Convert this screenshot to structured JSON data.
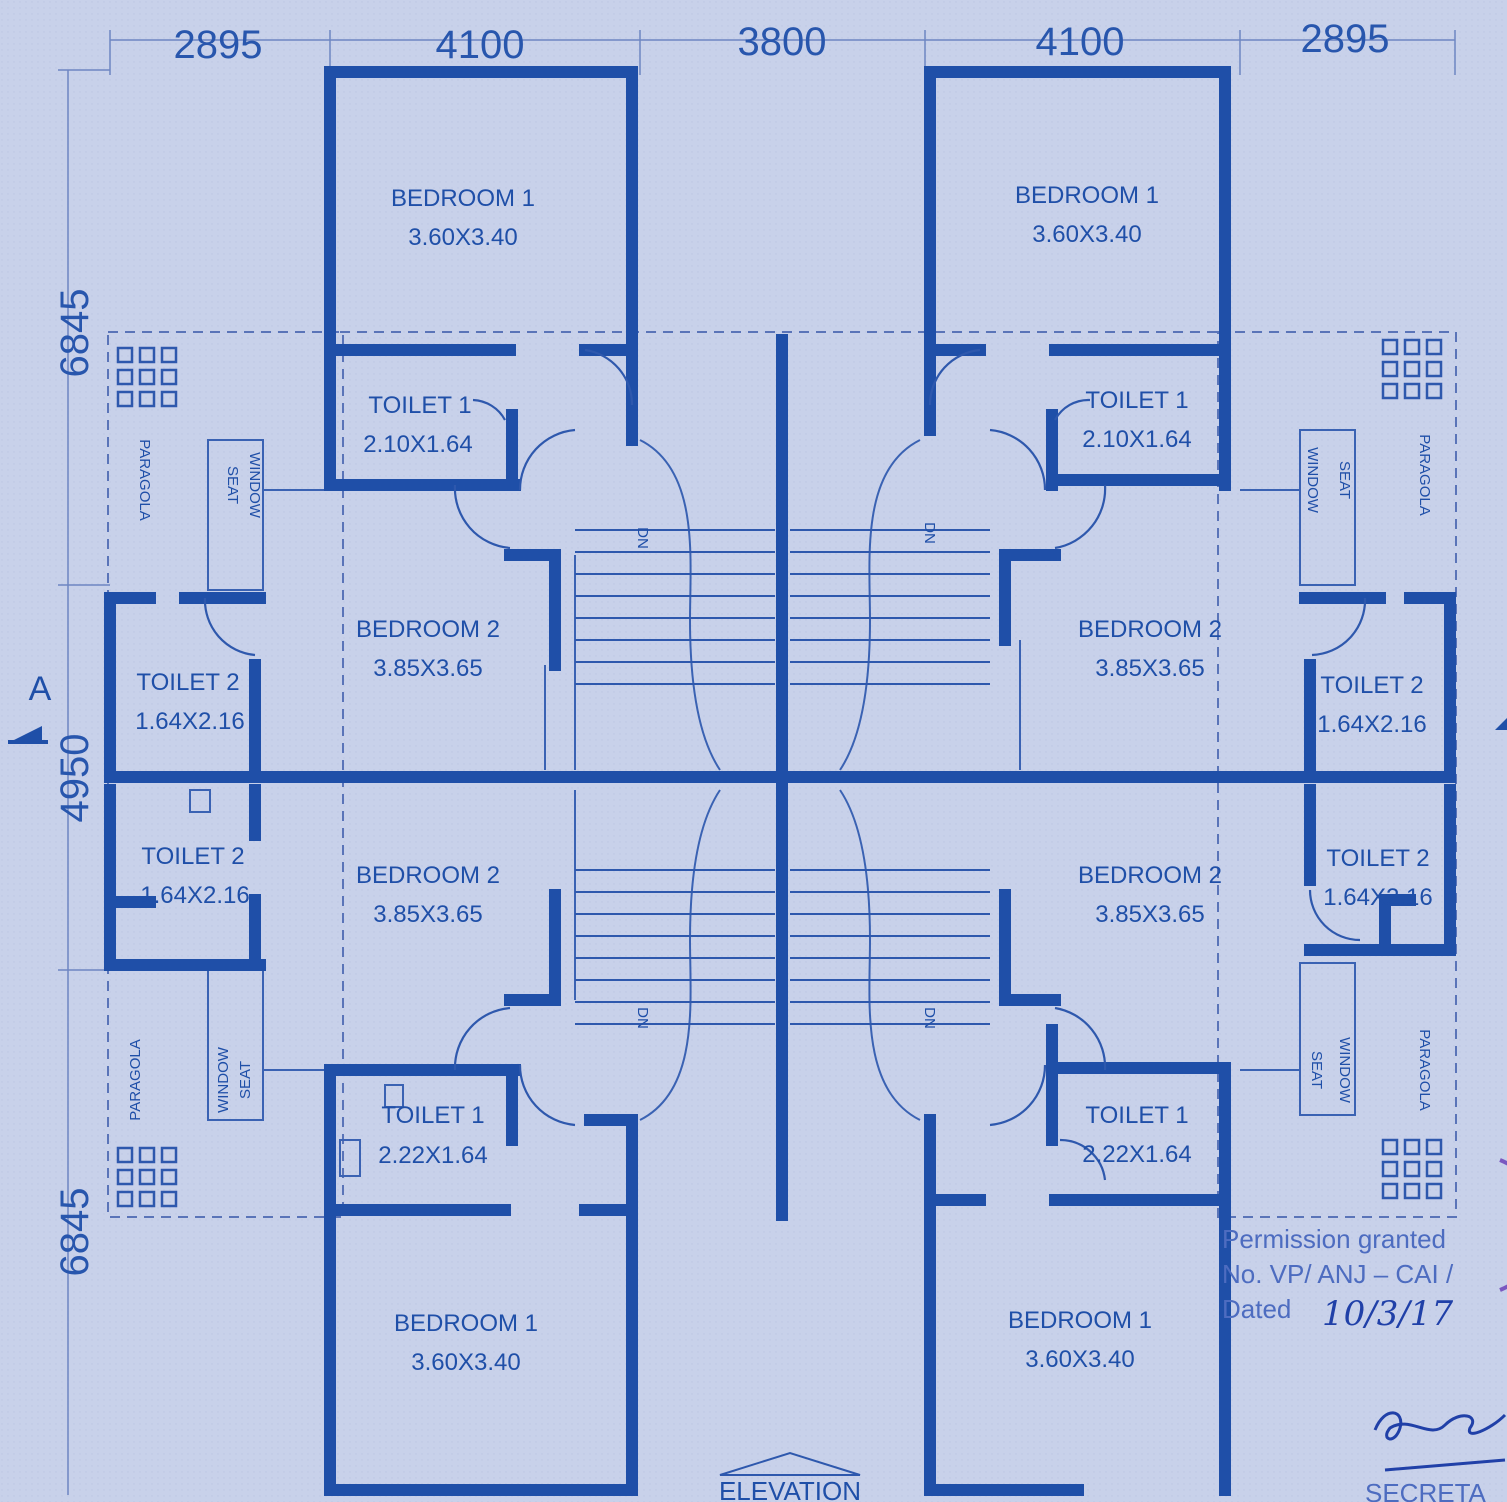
{
  "dimensions": {
    "top": [
      "2895",
      "4100",
      "3800",
      "4100",
      "2895"
    ],
    "left": [
      "6845",
      "4950",
      "6845"
    ]
  },
  "section_marker": "A",
  "rooms": {
    "nw_bedroom1": {
      "name": "BEDROOM 1",
      "size": "3.60X3.40"
    },
    "ne_bedroom1": {
      "name": "BEDROOM 1",
      "size": "3.60X3.40"
    },
    "nw_toilet1": {
      "name": "TOILET 1",
      "size": "2.10X1.64"
    },
    "ne_toilet1": {
      "name": "TOILET 1",
      "size": "2.10X1.64"
    },
    "nw_bedroom2": {
      "name": "BEDROOM 2",
      "size": "3.85X3.65"
    },
    "ne_bedroom2": {
      "name": "BEDROOM 2",
      "size": "3.85X3.65"
    },
    "w_toilet2_upper": {
      "name": "TOILET 2",
      "size": "1.64X2.16"
    },
    "e_toilet2_upper": {
      "name": "TOILET 2",
      "size": "1.64X2.16"
    },
    "w_toilet2_lower": {
      "name": "TOILET 2",
      "size": "1.64X2.16"
    },
    "e_toilet2_lower": {
      "name": "TOILET 2",
      "size": "1.64X2.16"
    },
    "sw_bedroom2": {
      "name": "BEDROOM 2",
      "size": "3.85X3.65"
    },
    "se_bedroom2": {
      "name": "BEDROOM 2",
      "size": "3.85X3.65"
    },
    "sw_toilet1": {
      "name": "TOILET 1",
      "size": "2.22X1.64"
    },
    "se_toilet1": {
      "name": "TOILET 1",
      "size": "2.22X1.64"
    },
    "sw_bedroom1": {
      "name": "BEDROOM 1",
      "size": "3.60X3.40"
    },
    "se_bedroom1": {
      "name": "BEDROOM 1",
      "size": "3.60X3.40"
    }
  },
  "labels": {
    "paragola": "PARAGOLA",
    "window": "WINDOW",
    "seat": "SEAT",
    "dn": "DN",
    "elevation": "ELEVATION"
  },
  "stamp": {
    "line1": "Permission granted",
    "line2": "No. VP/ ANJ – CAI /",
    "line3": "Dated",
    "date": "10/3/17",
    "footer": "SECRETA"
  }
}
